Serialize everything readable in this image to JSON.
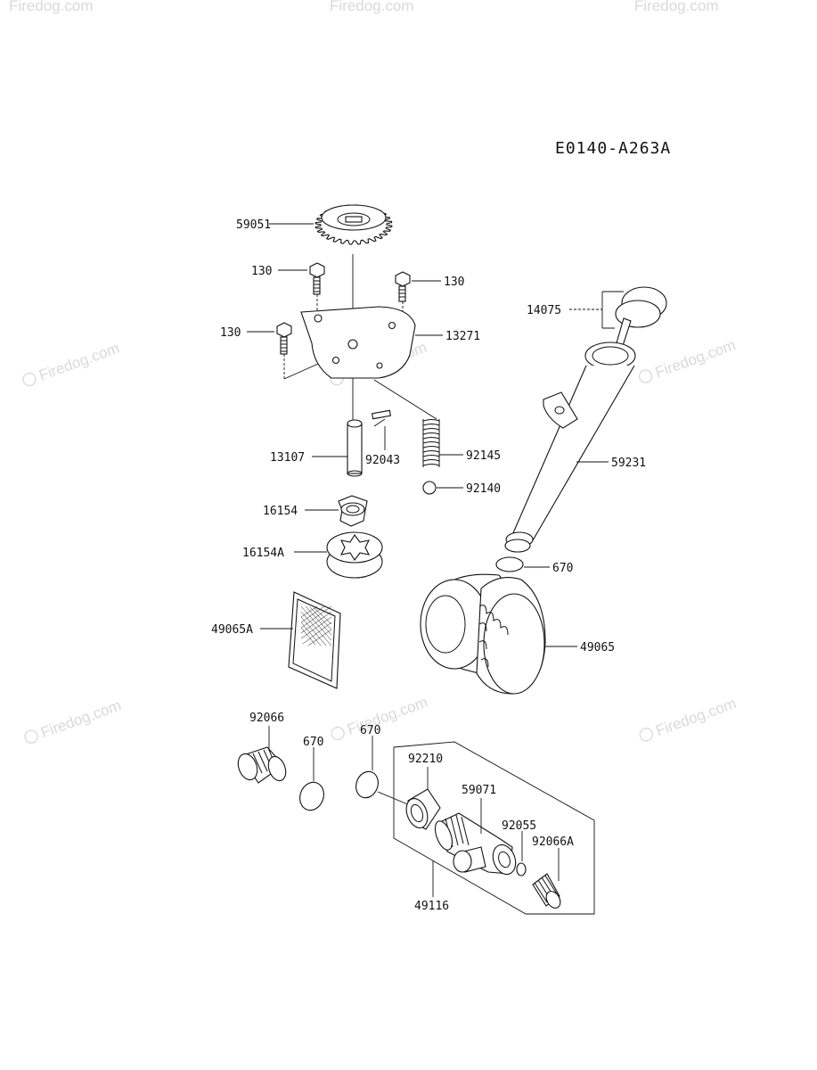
{
  "diagram_code": "E0140-A263A",
  "watermark": "Firedog.com",
  "parts": {
    "gear": "59051",
    "bolt_top_left": "130",
    "bolt_top_right": "130",
    "bolt_left": "130",
    "plate": "13271",
    "shaft": "13107",
    "pin": "92043",
    "spring": "92145",
    "ball": "92140",
    "inner_rotor": "16154",
    "outer_rotor": "16154A",
    "strainer": "49065A",
    "oil_filter": "49065",
    "dipstick": "14075",
    "filler_tube": "59231",
    "oring_tube": "670",
    "plug": "92066",
    "oring_a": "670",
    "oring_b": "670",
    "nut": "92210",
    "pipe_joint": "59071",
    "oring_small": "92055",
    "nipple": "92066A",
    "assembly": "49116"
  }
}
